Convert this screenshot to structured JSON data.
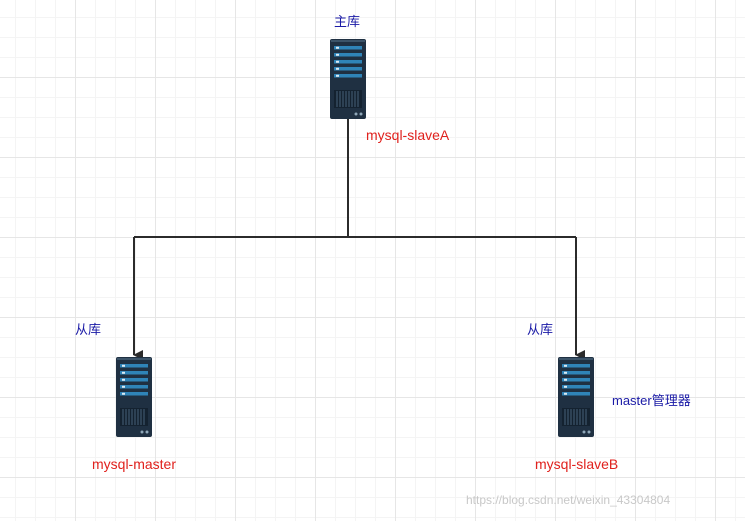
{
  "nodes": {
    "top": {
      "role": "主库",
      "name": "mysql-slaveA",
      "icon": "server-icon"
    },
    "left": {
      "role": "从库",
      "name": "mysql-master",
      "icon": "server-icon"
    },
    "right": {
      "role": "从库",
      "name": "mysql-slaveB",
      "icon": "server-icon",
      "note": "master管理器"
    }
  },
  "watermark": "https://blog.csdn.net/weixin_43304804",
  "colors": {
    "role_text": "#1a1aa6",
    "name_text": "#e0211d",
    "server_body": "#1f3042",
    "server_stripe": "#2f84b8",
    "connector": "#2b2b2b"
  }
}
